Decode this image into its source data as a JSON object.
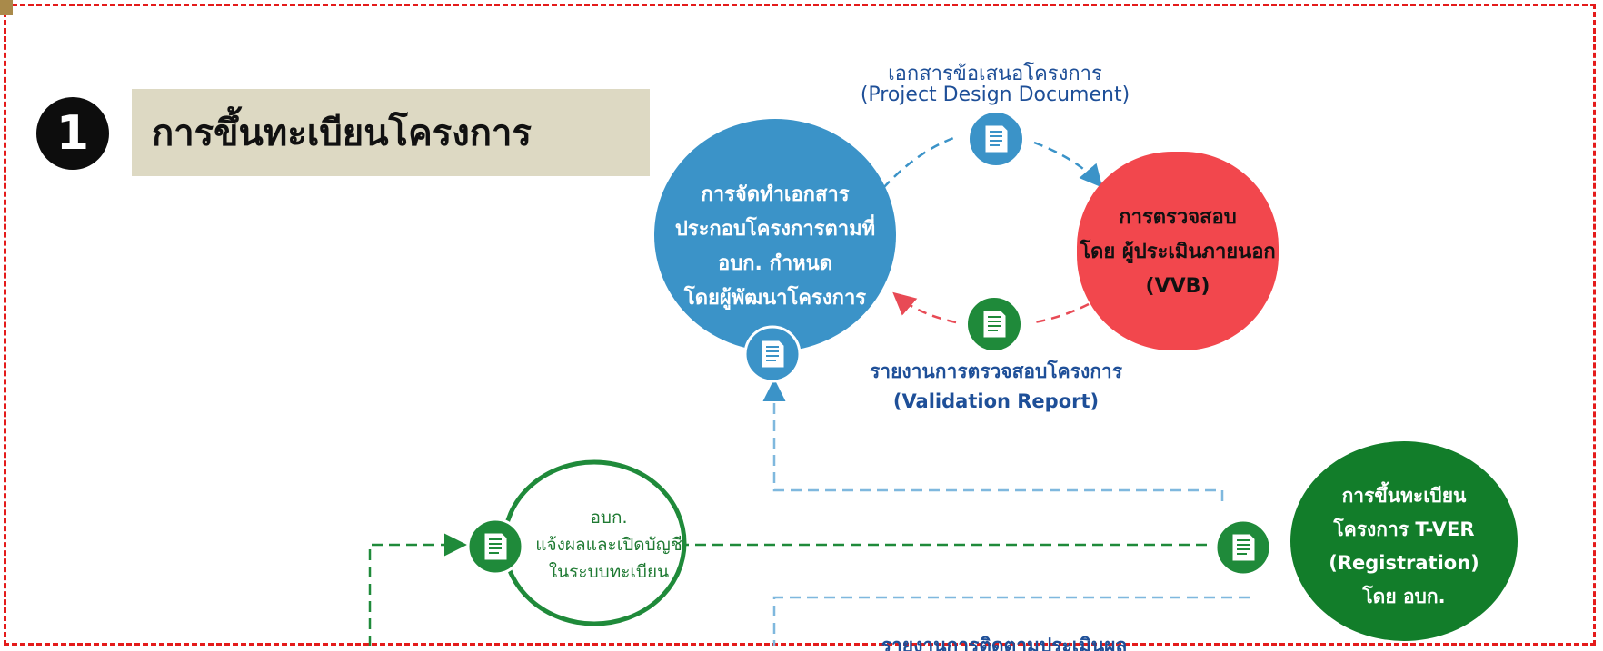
{
  "header": {
    "step_number": "1",
    "title": "การขึ้นทะเบียนโครงการ"
  },
  "diagram": {
    "doc_top": {
      "line1": "เอกสารข้อเสนอโครงการ",
      "line2": "(Project Design Document)"
    },
    "node_prepare": {
      "line1": "การจัดทำเอกสาร",
      "line2": "ประกอบโครงการตามที่",
      "line3": "อบก. กำหนด",
      "line4": "โดยผู้พัฒนาโครงการ"
    },
    "node_verify": {
      "line1": "การตรวจสอบ",
      "line2": "โดย ผู้ประเมินภายนอก",
      "line3": "(VVB)"
    },
    "doc_validation": {
      "line1": "รายงานการตรวจสอบโครงการ",
      "line2": "(Validation Report)"
    },
    "node_register": {
      "line1": "การขึ้นทะเบียน",
      "line2": "โครงการ T-VER",
      "line3": "(Registration)",
      "line4": "โดย อบก."
    },
    "node_notify": {
      "line1": "อบก.",
      "line2": "แจ้งผลและเปิดบัญชี",
      "line3": "ในระบบทะเบียน"
    },
    "bottom_cut_text": "รายงานการติดตามประเมินผล"
  },
  "colors": {
    "frame_border": "#e41b1b",
    "title_bg": "#ddd9c3",
    "blue": "#3b93c8",
    "red": "#f2474d",
    "green": "#127d2a",
    "text_blue": "#1e4f98",
    "text_green": "#1f7a33"
  },
  "icons": [
    "document-icon"
  ]
}
